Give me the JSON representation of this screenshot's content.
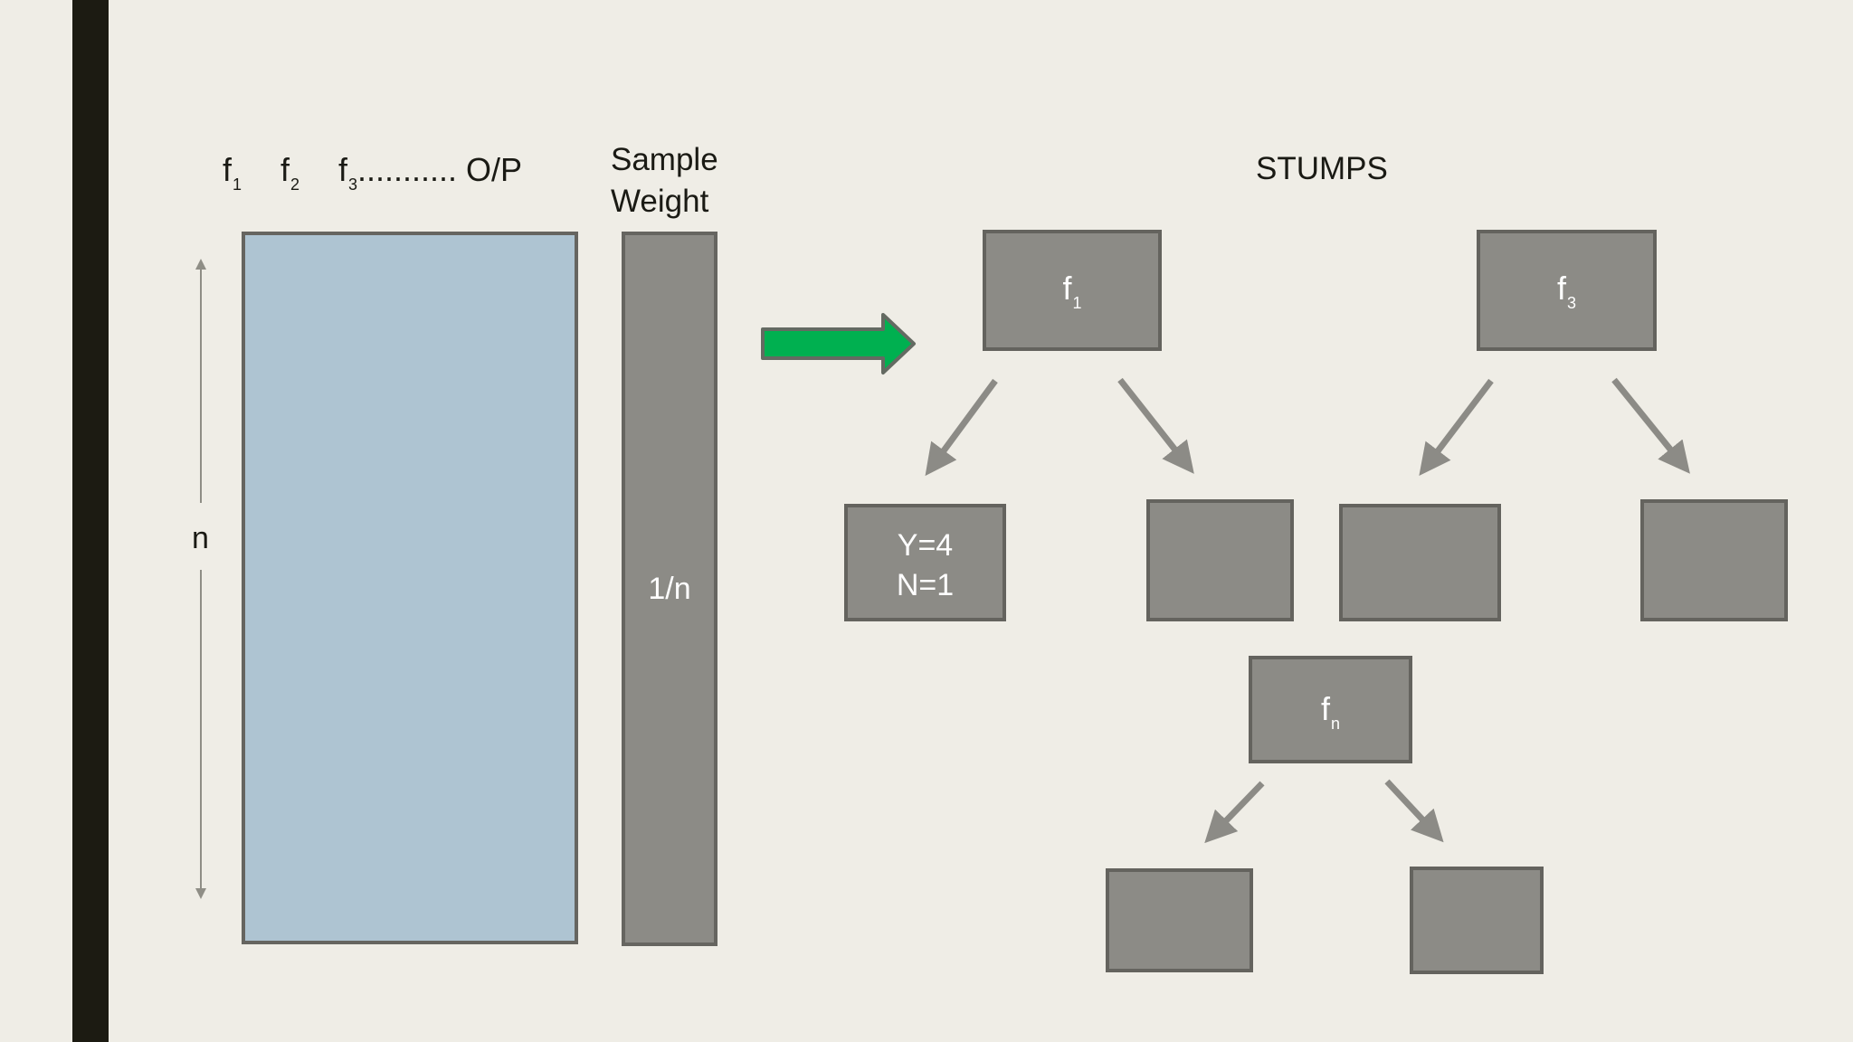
{
  "dataset": {
    "feature_1": "f",
    "feature_1_sub": "1",
    "feature_2": "f",
    "feature_2_sub": "2",
    "feature_3": "f",
    "feature_3_sub": "3",
    "ellipsis_output": "........... O/P",
    "rows_label": "n",
    "weight_header_line1": "Sample",
    "weight_header_line2": "Weight",
    "weight_value": "1/n"
  },
  "stumps": {
    "title": "STUMPS",
    "node_1": {
      "label": "f",
      "sub": "1"
    },
    "node_2": {
      "label": "f",
      "sub": "3"
    },
    "node_3": {
      "label": "f",
      "sub": "n"
    },
    "leaf_1_line1": "Y=4",
    "leaf_1_line2": "N=1"
  },
  "colors": {
    "background": "#efede6",
    "left_bar": "#1c1b12",
    "table_fill": "#aec4d2",
    "box_fill": "#8c8b86",
    "box_border": "#64635e",
    "arrow_gray": "#8c8b86",
    "flow_arrow": "#00b050"
  }
}
